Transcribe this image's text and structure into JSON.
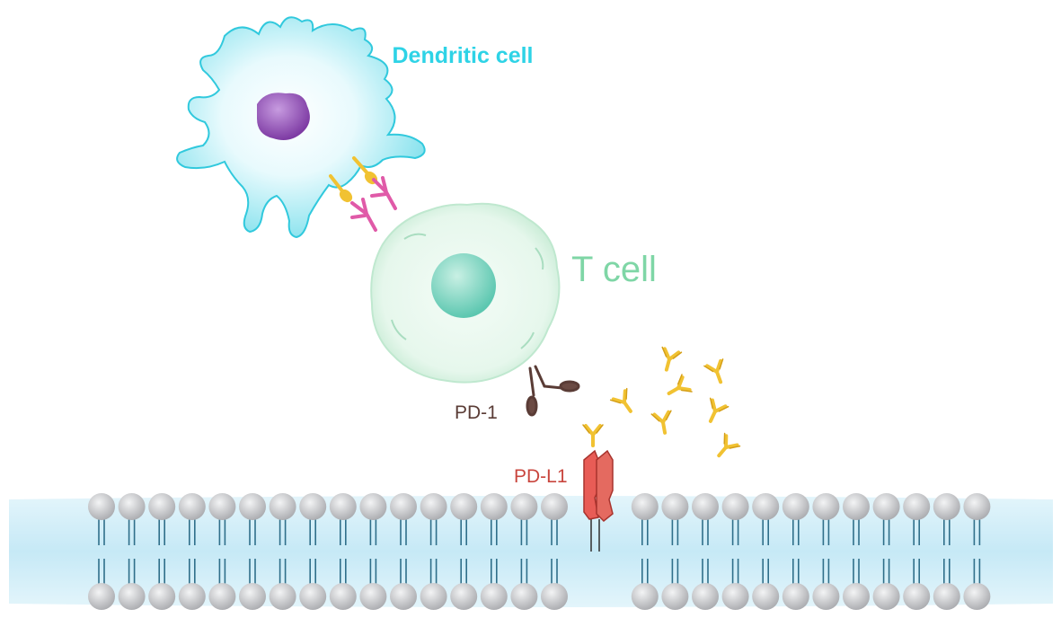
{
  "labels": {
    "dendritic_cell": "Dendritic cell",
    "t_cell": "T cell",
    "pd1": "PD-1",
    "pdl1": "PD-L1"
  },
  "colors": {
    "dendritic": "#2ed3e6",
    "t_cell": "#7fd6a6",
    "pd1": "#5a3c36",
    "pdl1": "#c9463e",
    "antibody": "#f1c232",
    "tcr": "#e05aa8",
    "membrane": "#d2eef8",
    "lipid_head": "#c9cacd"
  },
  "icons": [
    "dendritic-cell-icon",
    "t-cell-icon",
    "pd1-receptor-icon",
    "pdl1-ligand-icon",
    "antibody-icon",
    "lipid-bilayer-icon"
  ]
}
